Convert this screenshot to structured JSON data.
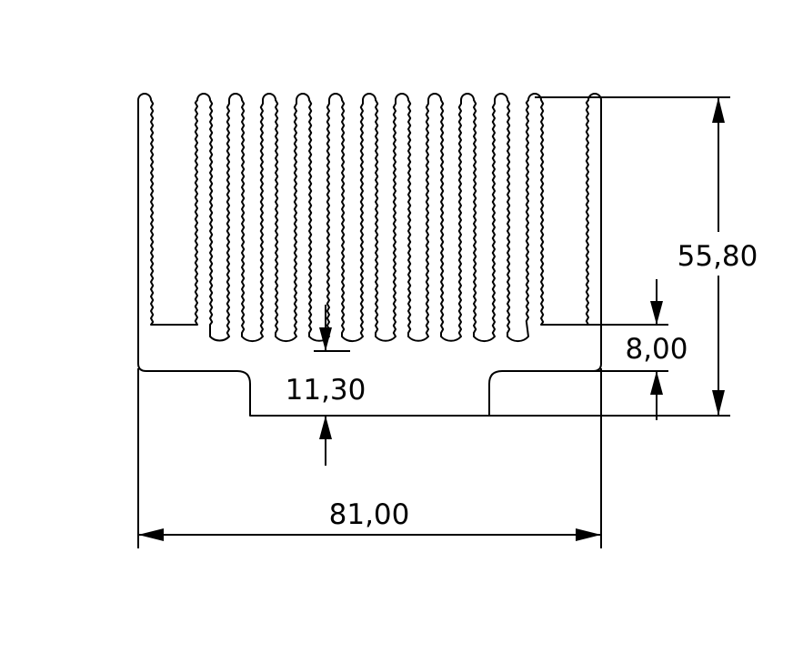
{
  "drawing": {
    "dimensions": {
      "height": "55,80",
      "base_thickness": "8,00",
      "step_depth": "11,30",
      "width": "81,00"
    }
  },
  "colors": {
    "line": "#000000",
    "background": "#ffffff"
  }
}
